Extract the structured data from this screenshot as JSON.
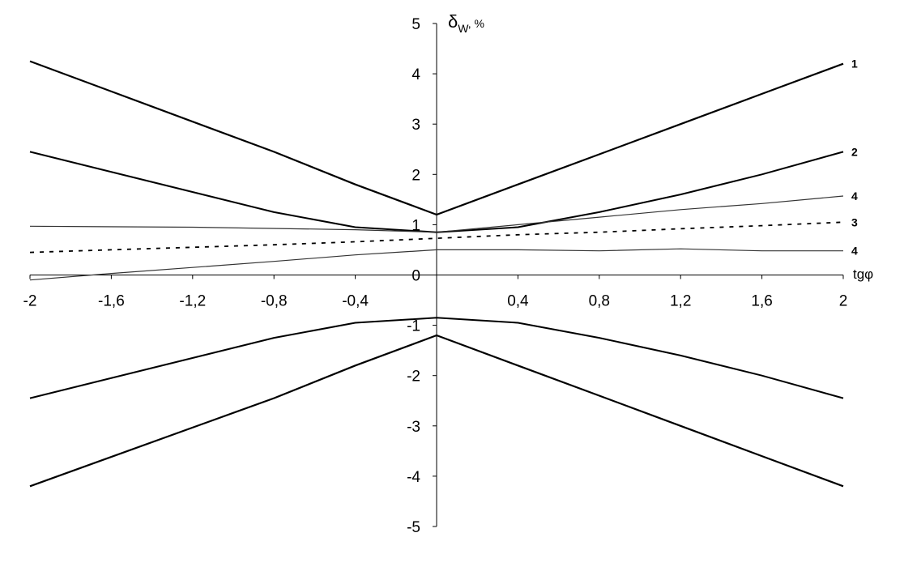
{
  "chart_data": {
    "type": "line",
    "title": "",
    "xlabel": "tgφ",
    "ylabel_main": "δ",
    "ylabel_sub": "W",
    "ylabel_unit": ", %",
    "xlim": [
      -2,
      2
    ],
    "ylim": [
      -5,
      5
    ],
    "x_ticks": [
      -2,
      -1.6,
      -1.2,
      -0.8,
      -0.4,
      0.4,
      0.8,
      1.2,
      1.6,
      2
    ],
    "x_tick_labels": [
      "-2",
      "-1,6",
      "-1,2",
      "-0,8",
      "-0,4",
      "0,4",
      "0,8",
      "1,2",
      "1,6",
      "2"
    ],
    "y_ticks": [
      -5,
      -4,
      -3,
      -2,
      -1,
      0,
      1,
      2,
      3,
      4,
      5
    ],
    "y_tick_labels": [
      "-5",
      "-4",
      "-3",
      "-2",
      "-1",
      "0",
      "1",
      "2",
      "3",
      "4",
      "5"
    ],
    "grid": false,
    "legend": "none",
    "series": [
      {
        "label": "1",
        "style": "solid",
        "color": "#000000",
        "width": 2.2,
        "x": [
          -2,
          -0.8,
          -0.4,
          0,
          0.4,
          0.8,
          1.2,
          1.6,
          2
        ],
        "y": [
          4.25,
          2.45,
          1.8,
          1.2,
          1.8,
          2.4,
          3.0,
          3.6,
          4.2
        ]
      },
      {
        "label": "",
        "style": "solid",
        "color": "#000000",
        "width": 2.2,
        "x": [
          -2,
          -0.8,
          -0.4,
          0,
          0.4,
          0.8,
          1.2,
          1.6,
          2
        ],
        "y": [
          -4.2,
          -2.45,
          -1.8,
          -1.2,
          -1.8,
          -2.4,
          -3.0,
          -3.6,
          -4.2
        ]
      },
      {
        "label": "2",
        "style": "solid",
        "color": "#000000",
        "width": 2.0,
        "x": [
          -2,
          -0.8,
          -0.4,
          0,
          0.4,
          0.8,
          1.2,
          1.6,
          2
        ],
        "y": [
          2.45,
          1.25,
          0.95,
          0.85,
          0.95,
          1.25,
          1.6,
          2.0,
          2.45
        ]
      },
      {
        "label": "",
        "style": "solid",
        "color": "#000000",
        "width": 2.0,
        "x": [
          -2,
          -0.8,
          -0.4,
          0,
          0.4,
          0.8,
          1.2,
          1.6,
          2
        ],
        "y": [
          -2.45,
          -1.25,
          -0.95,
          -0.85,
          -0.95,
          -1.25,
          -1.6,
          -2.0,
          -2.45
        ]
      },
      {
        "label": "4",
        "style": "thin",
        "color": "#333333",
        "width": 1.2,
        "x": [
          -2,
          -1.2,
          -0.4,
          0,
          0.4,
          0.8,
          1.2,
          1.6,
          2
        ],
        "y": [
          0.97,
          0.95,
          0.9,
          0.85,
          1.0,
          1.15,
          1.3,
          1.42,
          1.57
        ]
      },
      {
        "label": "4",
        "style": "thin",
        "color": "#333333",
        "width": 1.2,
        "x": [
          -2,
          -1.6,
          -1.2,
          -0.8,
          -0.4,
          0,
          0.4,
          0.8,
          1.2,
          1.6,
          2
        ],
        "y": [
          -0.1,
          0.03,
          0.15,
          0.27,
          0.4,
          0.5,
          0.5,
          0.48,
          0.52,
          0.48,
          0.48
        ]
      },
      {
        "label": "3",
        "style": "dashed",
        "color": "#000000",
        "width": 1.8,
        "x": [
          -2,
          -1.6,
          -1.2,
          -0.8,
          -0.4,
          0,
          0.4,
          0.8,
          1.2,
          1.6,
          2
        ],
        "y": [
          0.45,
          0.5,
          0.55,
          0.6,
          0.66,
          0.73,
          0.8,
          0.85,
          0.92,
          0.98,
          1.05
        ]
      }
    ]
  }
}
